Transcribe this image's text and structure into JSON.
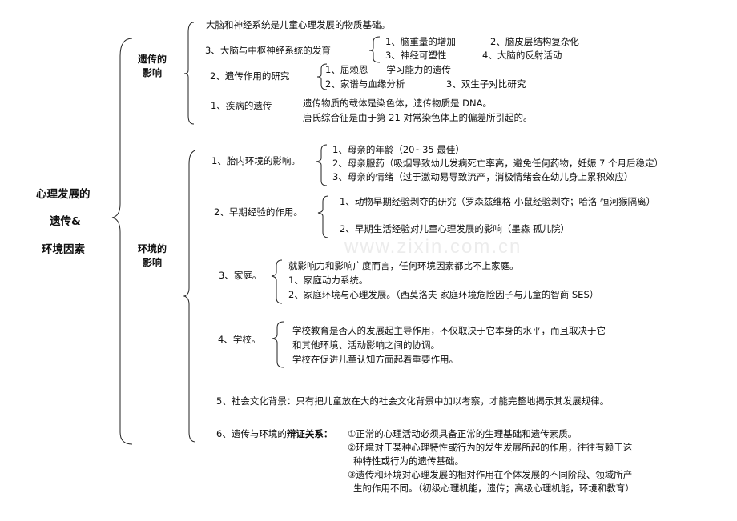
{
  "watermark": "www.zixin.com.cn",
  "root": {
    "line1": "心理发展的",
    "line2": "遗传&",
    "line3": "环境因素"
  },
  "heredity": {
    "title1": "遗传的",
    "title2": "影响",
    "basis": "大脑和神经系统是儿童心理发展的物质基础。",
    "brain": {
      "label": "3、大脑与中枢神经系统的发育",
      "items": [
        "1、脑重量的增加",
        "2、脑皮层结构复杂化",
        "3、神经可塑性",
        "4、大脑的反射活动"
      ]
    },
    "research": {
      "label": "2、遗传作用的研究",
      "items": [
        "1、屈赖恩——学习能力的遗传",
        "2、家谱与血缘分析",
        "3、双生子对比研究"
      ]
    },
    "disease": {
      "label": "1、疾病的遗传",
      "lines": [
        "遗传物质的载体是染色体，遗传物质是 DNA。",
        "唐氏综合征是由于第 21 对常染色体上的偏差所引起的。"
      ]
    }
  },
  "environment": {
    "title1": "环境的",
    "title2": "影响",
    "prenatal": {
      "label": "1、胎内环境的影响。",
      "items": [
        "1、母亲的年龄（20~35 最佳）",
        "2、母亲服药（吸烟导致幼儿发病死亡率高，避免任何药物，妊娠 7 个月后稳定）",
        "3、母亲的情绪（过于激动易导致流产，消极情绪会在幼儿身上累积效应）"
      ]
    },
    "early": {
      "label": "2、早期经验的作用。",
      "items": [
        "1、动物早期经验剥夺的研究（罗森兹维格  小鼠经验剥夺；哈洛  恒河猴隔离）",
        "2、早期生活经验对儿童心理发展的影响（墨森  孤儿院）"
      ]
    },
    "family": {
      "label": "3、家庭。",
      "items": [
        "就影响力和影响广度而言，任何环境因素都比不上家庭。",
        "1、家庭动力系统。",
        "2、家庭环境与心理发展。（西莫洛夫  家庭环境危险因子与儿童的智商    SES）"
      ]
    },
    "school": {
      "label": "4、学校。",
      "items": [
        "学校教育是否人的发展起主导作用，不仅取决于它本身的水平，而且取决于它",
        "和其他环境、活动影响之间的协调。",
        "学校在促进儿童认知方面起着重要作用。"
      ]
    },
    "culture": "5、社会文化背景：只有把儿童放在大的社会文化背景中加以考察，才能完整地揭示其发展规律。",
    "dialectic": {
      "label_prefix": "6、遗传与环境的",
      "label_bold": "辩证关系：",
      "items": [
        "①正常的心理活动必须具备正常的生理基础和遗传素质。",
        "②环境对于某种心理特性或行为的发生发展所起的作用，往往有赖于这",
        "种特性或行为的遗传基础。",
        "③遗传和环境对心理发展的相对作用在个体发展的不同阶段、领域所产",
        "生的作用不同。（初级心理机能，遗传；高级心理机能，环境和教育）"
      ]
    }
  }
}
